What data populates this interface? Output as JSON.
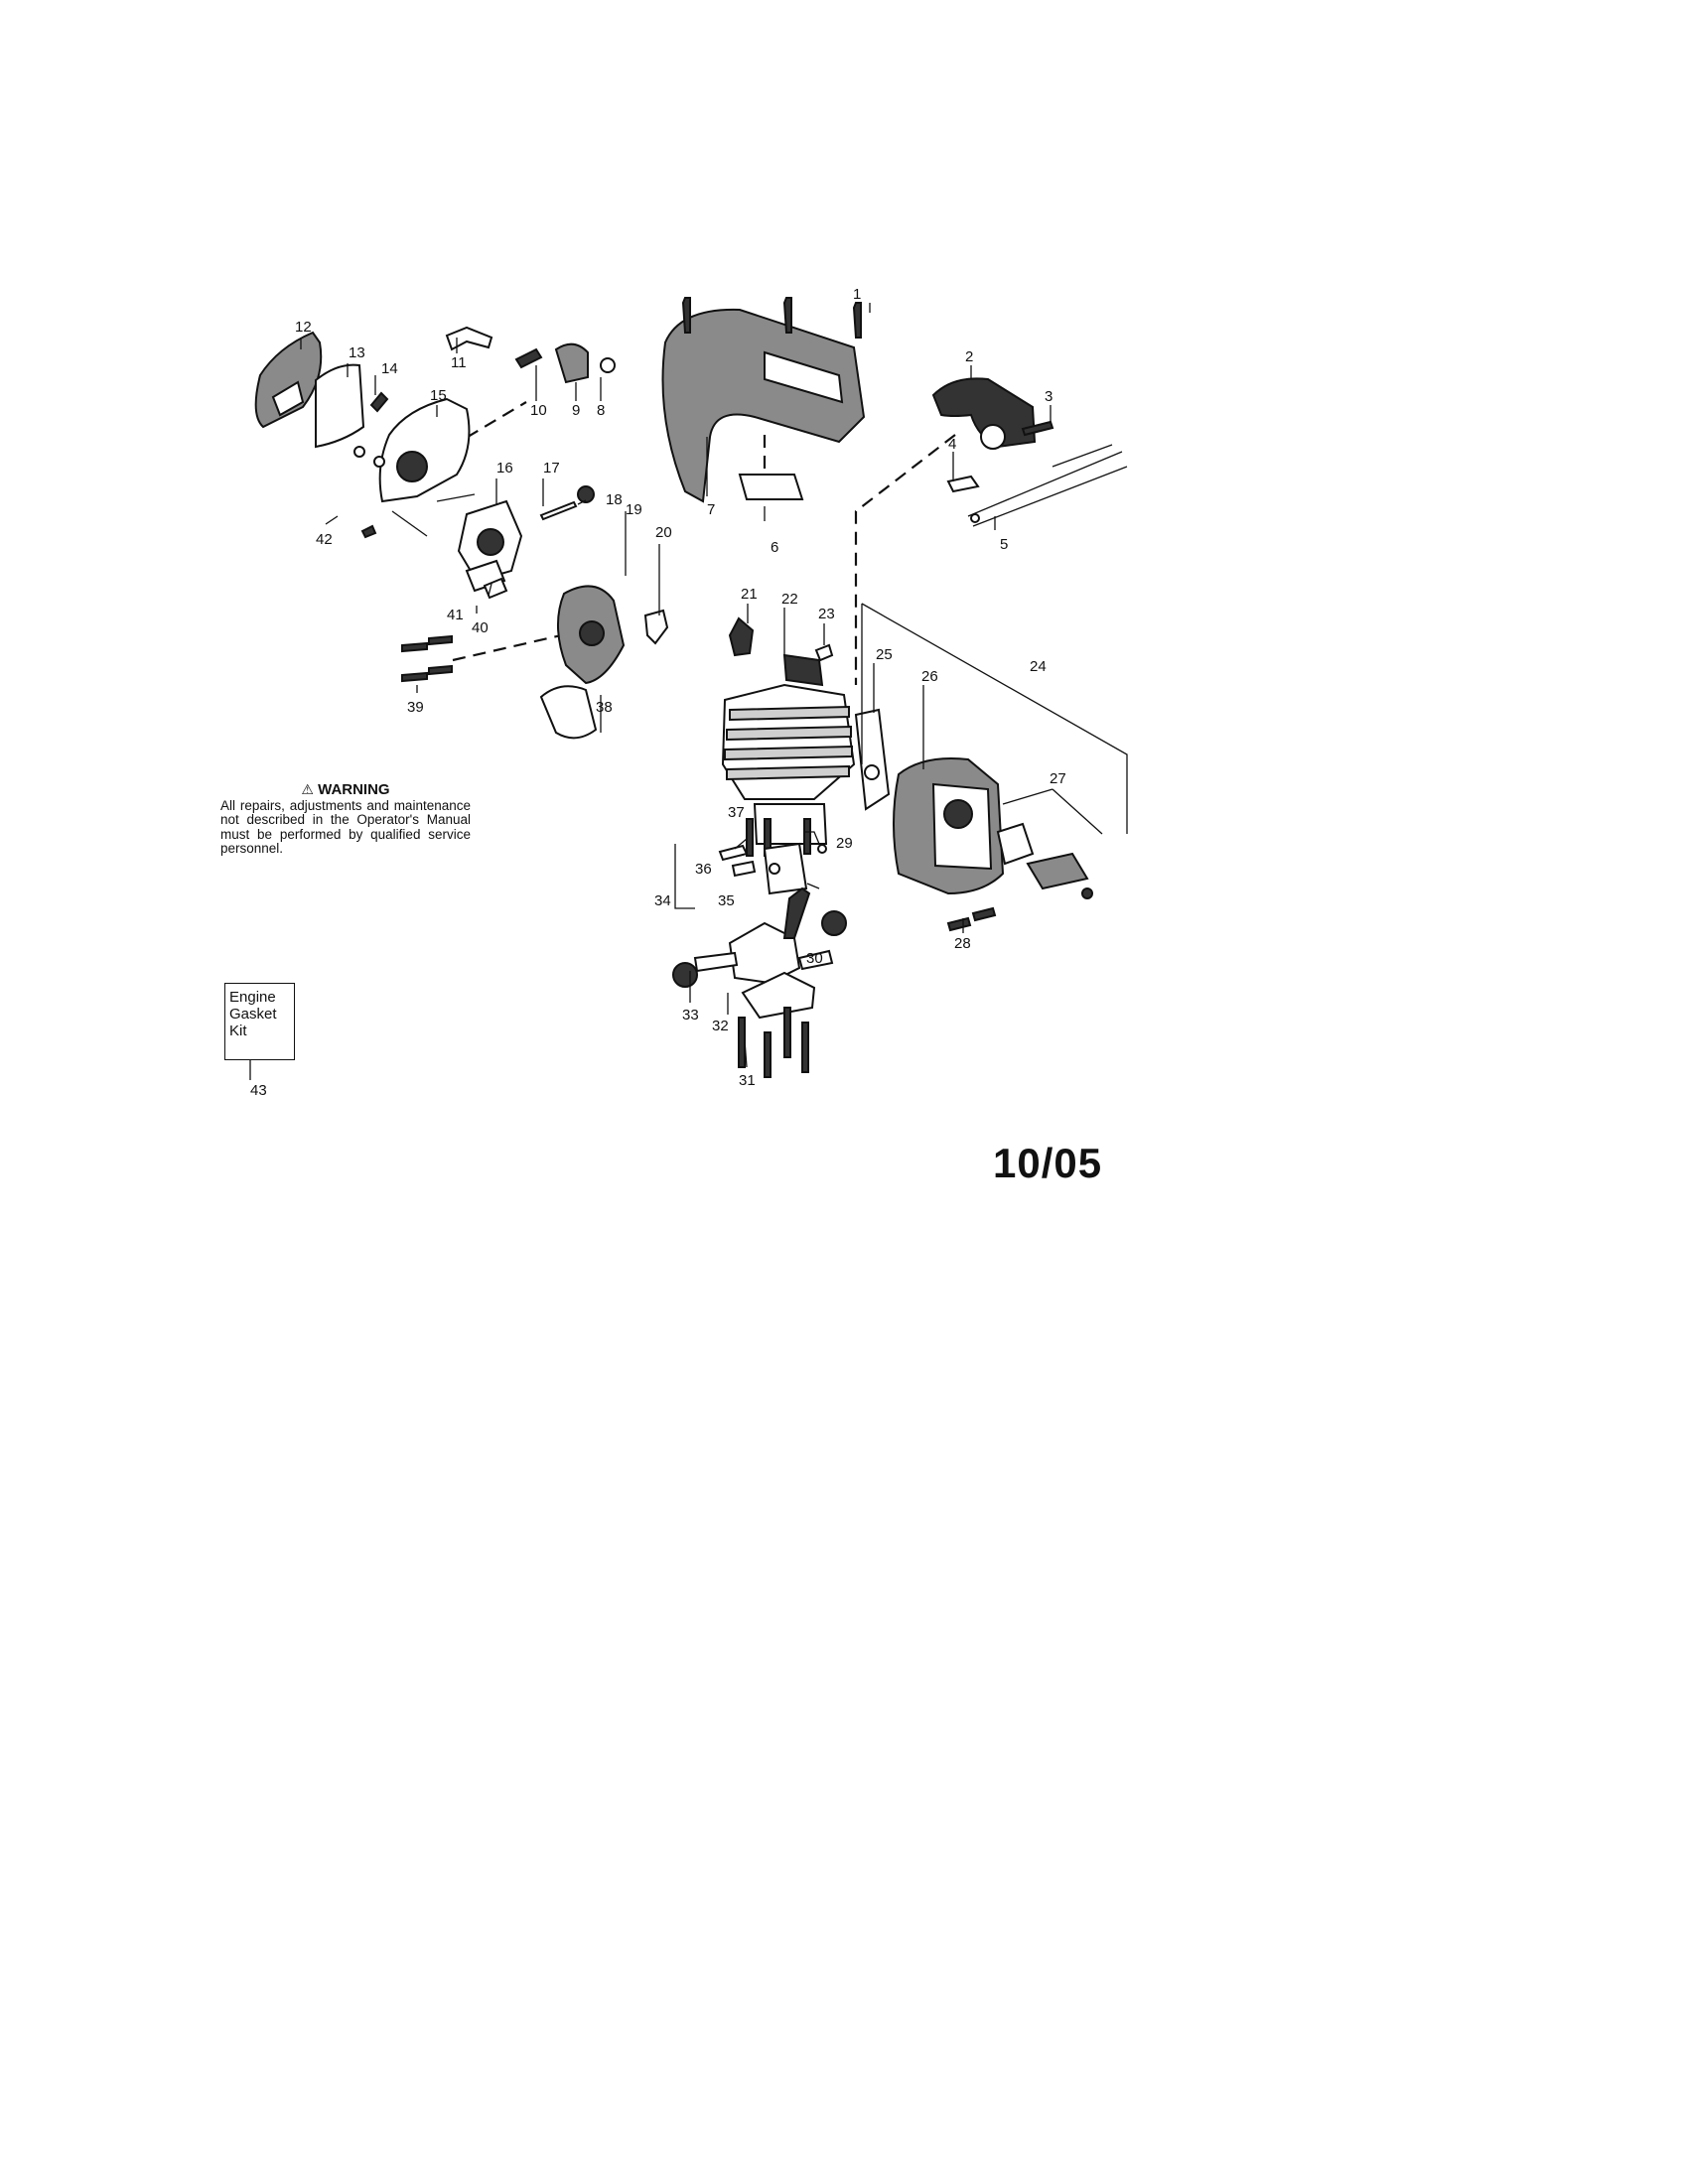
{
  "warning": {
    "title": "WARNING",
    "text": "All repairs, adjustments and maintenance not described in the Operator's Manual must be performed by qualified service personnel."
  },
  "gasket_kit": {
    "label_line1": "Engine",
    "label_line2": "Gasket",
    "label_line3": "Kit",
    "number": "43"
  },
  "revision_date": "10/05",
  "part_numbers": [
    "1",
    "2",
    "3",
    "4",
    "5",
    "6",
    "7",
    "8",
    "9",
    "10",
    "11",
    "12",
    "13",
    "14",
    "15",
    "16",
    "17",
    "18",
    "19",
    "20",
    "21",
    "22",
    "23",
    "24",
    "25",
    "26",
    "27",
    "28",
    "29",
    "30",
    "31",
    "32",
    "33",
    "34",
    "35",
    "36",
    "37",
    "38",
    "39",
    "40",
    "41",
    "42"
  ]
}
